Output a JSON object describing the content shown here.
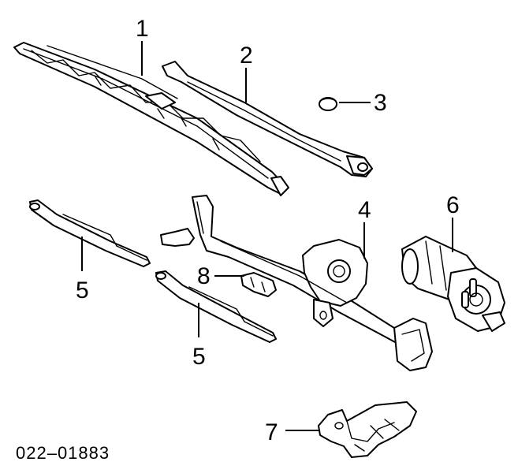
{
  "diagram_code": "022–01883",
  "callouts": {
    "c1": "1",
    "c2": "2",
    "c3": "3",
    "c4": "4",
    "c5a": "5",
    "c5b": "5",
    "c6": "6",
    "c7": "7",
    "c8": "8"
  }
}
